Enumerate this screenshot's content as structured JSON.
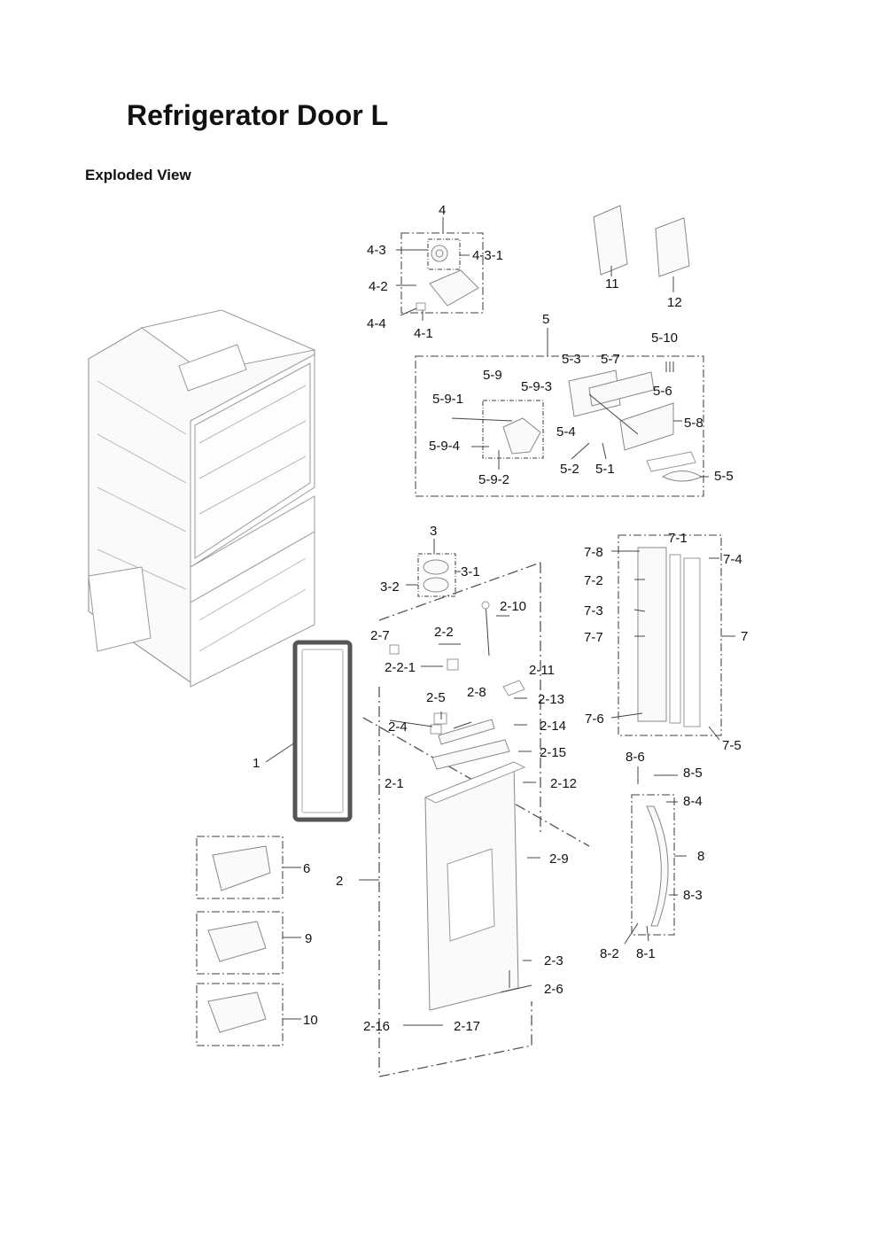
{
  "header": {
    "title": "Refrigerator Door L",
    "subtitle": "Exploded View"
  },
  "callouts": {
    "c4": "4",
    "c4_3": "4-3",
    "c4_3_1": "4-3-1",
    "c4_2": "4-2",
    "c4_4": "4-4",
    "c4_1": "4-1",
    "c11": "11",
    "c12": "12",
    "c5": "5",
    "c5_10": "5-10",
    "c5_3": "5-3",
    "c5_7": "5-7",
    "c5_6": "5-6",
    "c5_8": "5-8",
    "c5_9": "5-9",
    "c5_9_3": "5-9-3",
    "c5_9_1": "5-9-1",
    "c5_9_4": "5-9-4",
    "c5_9_2": "5-9-2",
    "c5_4": "5-4",
    "c5_2": "5-2",
    "c5_1": "5-1",
    "c5_5": "5-5",
    "c3": "3",
    "c3_1": "3-1",
    "c3_2": "3-2",
    "c2_10": "2-10",
    "c2_7": "2-7",
    "c2_2": "2-2",
    "c2_2_1": "2-2-1",
    "c2_11": "2-11",
    "c2_5": "2-5",
    "c2_8": "2-8",
    "c2_4": "2-4",
    "c2_13": "2-13",
    "c2_14": "2-14",
    "c2_15": "2-15",
    "c2_1": "2-1",
    "c2_12": "2-12",
    "c2_9": "2-9",
    "c2": "2",
    "c2_3": "2-3",
    "c2_6": "2-6",
    "c2_16": "2-16",
    "c2_17": "2-17",
    "c1": "1",
    "c6": "6",
    "c9": "9",
    "c10": "10",
    "c7_1": "7-1",
    "c7_8": "7-8",
    "c7_4": "7-4",
    "c7_2": "7-2",
    "c7_3": "7-3",
    "c7": "7",
    "c7_7": "7-7",
    "c7_6": "7-6",
    "c7_5": "7-5",
    "c8_6": "8-6",
    "c8_5": "8-5",
    "c8_4": "8-4",
    "c8": "8",
    "c8_3": "8-3",
    "c8_2": "8-2",
    "c8_1": "8-1"
  }
}
